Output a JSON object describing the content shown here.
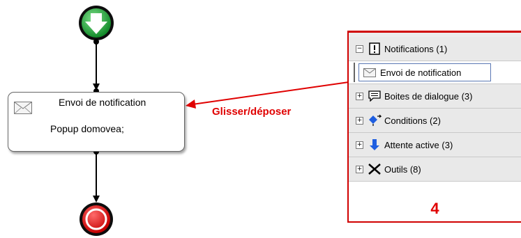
{
  "diagram": {
    "task": {
      "title": "Envoi de notification",
      "subtitle": "Popup domovea;"
    },
    "drag_label": "Glisser/déposer",
    "start_event_icon": "arrow-down-icon",
    "end_event_icon": "stop-circle-icon"
  },
  "palette": {
    "number": "4",
    "groups": [
      {
        "expander": "−",
        "icon": "notification-icon",
        "label": "Notifications (1)"
      },
      {
        "expander": "+",
        "icon": "speech-bubble-icon",
        "label": "Boites de dialogue (3)"
      },
      {
        "expander": "+",
        "icon": "condition-icon",
        "label": "Conditions (2)"
      },
      {
        "expander": "+",
        "icon": "wait-arrow-icon",
        "label": "Attente active (3)"
      },
      {
        "expander": "+",
        "icon": "tools-icon",
        "label": "Outils (8)"
      }
    ],
    "child_item": {
      "icon": "envelope-icon",
      "label": "Envoi de notification"
    }
  },
  "colors": {
    "start_green": "#1fa83a",
    "end_red": "#e21616",
    "accent_red": "#e00000",
    "selection_blue": "#5a78b4"
  }
}
